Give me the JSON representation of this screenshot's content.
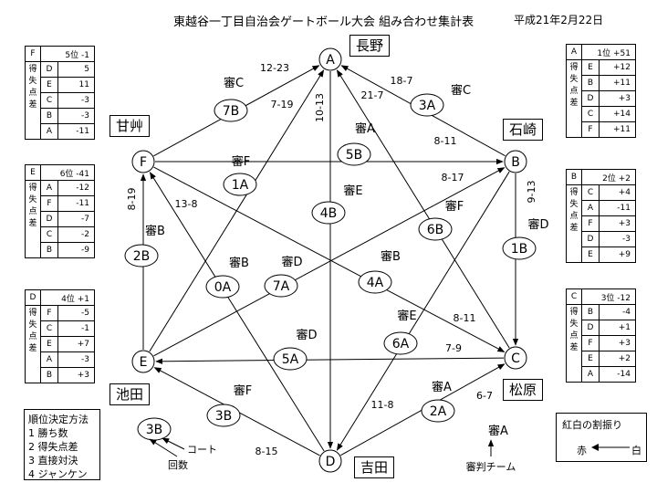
{
  "header": {
    "title": "東越谷一丁目自治会ゲートボール大会 組み合わせ集計表",
    "date": "平成21年2月22日"
  },
  "teams": [
    {
      "letter": "A",
      "name": "長野"
    },
    {
      "letter": "B",
      "name": "石崎"
    },
    {
      "letter": "C",
      "name": "松原"
    },
    {
      "letter": "D",
      "name": "吉田"
    },
    {
      "letter": "E",
      "name": "池田"
    },
    {
      "letter": "F",
      "name": "甘艸"
    }
  ],
  "matches": [
    {
      "from": "F",
      "to": "A",
      "court": "7B",
      "referee": "審C",
      "score": "12-23"
    },
    {
      "from": "B",
      "to": "A",
      "court": "3A",
      "referee": "審C",
      "score": "18-7"
    },
    {
      "from": "F",
      "to": "B",
      "court": "5B",
      "referee": "審A",
      "score": "8-11"
    },
    {
      "from": "A",
      "to": "D",
      "court": "4B",
      "referee": "審E",
      "score": "10-13"
    },
    {
      "from": "B",
      "to": "C",
      "court": "1B",
      "referee": "審D",
      "score": "9-13"
    },
    {
      "from": "E",
      "to": "F",
      "court": "2B",
      "referee": "審B",
      "score": "8-19"
    },
    {
      "from": "E",
      "to": "A",
      "court": "1A",
      "referee": "審F",
      "score": "7-19"
    },
    {
      "from": "C",
      "to": "A",
      "court": "6B",
      "referee": "審F",
      "score": "21-7"
    },
    {
      "from": "F",
      "to": "C",
      "court": "4A",
      "referee": "審B",
      "score": "8-11"
    },
    {
      "from": "E",
      "to": "B",
      "court": "7A",
      "referee": "審D",
      "score": "8-17"
    },
    {
      "from": "D",
      "to": "F",
      "court": "0A",
      "referee": "審B",
      "score": "13-8"
    },
    {
      "from": "C",
      "to": "E",
      "court": "5A",
      "referee": "審D",
      "score": "7-9"
    },
    {
      "from": "B",
      "to": "D",
      "court": "6A",
      "referee": "審E",
      "score": "11-8"
    },
    {
      "from": "D",
      "to": "E",
      "court": "3B",
      "referee": "審F",
      "score": "8-15"
    },
    {
      "from": "D",
      "to": "C",
      "court": "2A",
      "referee": "審A",
      "score": "6-7"
    }
  ],
  "standings": [
    {
      "team": "A",
      "rank": "1位",
      "total": "+51",
      "rows": [
        [
          "E",
          "+12"
        ],
        [
          "B",
          "+11"
        ],
        [
          "D",
          "+3"
        ],
        [
          "C",
          "+14"
        ],
        [
          "F",
          "+11"
        ]
      ]
    },
    {
      "team": "B",
      "rank": "2位",
      "total": "+2",
      "rows": [
        [
          "C",
          "+4"
        ],
        [
          "A",
          "-11"
        ],
        [
          "F",
          "+3"
        ],
        [
          "D",
          "-3"
        ],
        [
          "E",
          "+9"
        ]
      ]
    },
    {
      "team": "C",
      "rank": "3位",
      "total": "-12",
      "rows": [
        [
          "B",
          "-4"
        ],
        [
          "D",
          "+1"
        ],
        [
          "F",
          "+3"
        ],
        [
          "E",
          "+2"
        ],
        [
          "A",
          "-14"
        ]
      ]
    },
    {
      "team": "D",
      "rank": "4位",
      "total": "+1",
      "rows": [
        [
          "F",
          "-5"
        ],
        [
          "C",
          "-1"
        ],
        [
          "E",
          "+7"
        ],
        [
          "A",
          "-3"
        ],
        [
          "B",
          "+3"
        ]
      ]
    },
    {
      "team": "E",
      "rank": "6位",
      "total": "-41",
      "rows": [
        [
          "A",
          "-12"
        ],
        [
          "F",
          "-11"
        ],
        [
          "D",
          "-7"
        ],
        [
          "C",
          "-2"
        ],
        [
          "B",
          "-9"
        ]
      ]
    },
    {
      "team": "F",
      "rank": "5位",
      "total": "-1",
      "rows": [
        [
          "D",
          "5"
        ],
        [
          "E",
          "11"
        ],
        [
          "C",
          "-3"
        ],
        [
          "B",
          "-3"
        ],
        [
          "A",
          "-11"
        ]
      ]
    }
  ],
  "point_diff_label": [
    "得",
    "失",
    "点",
    "差"
  ],
  "rules": {
    "title": "順位決定方法",
    "items": [
      "1 勝ち数",
      "2 得失点差",
      "3 直接対決",
      "4 ジャンケン"
    ]
  },
  "legend": {
    "sample_oval": "3B",
    "court_label": "コート",
    "round_label": "回数",
    "sample_referee": "審A",
    "referee_team_label": "審判チーム"
  },
  "split": {
    "title": "紅白の割振り",
    "red": "赤",
    "white": "白"
  }
}
